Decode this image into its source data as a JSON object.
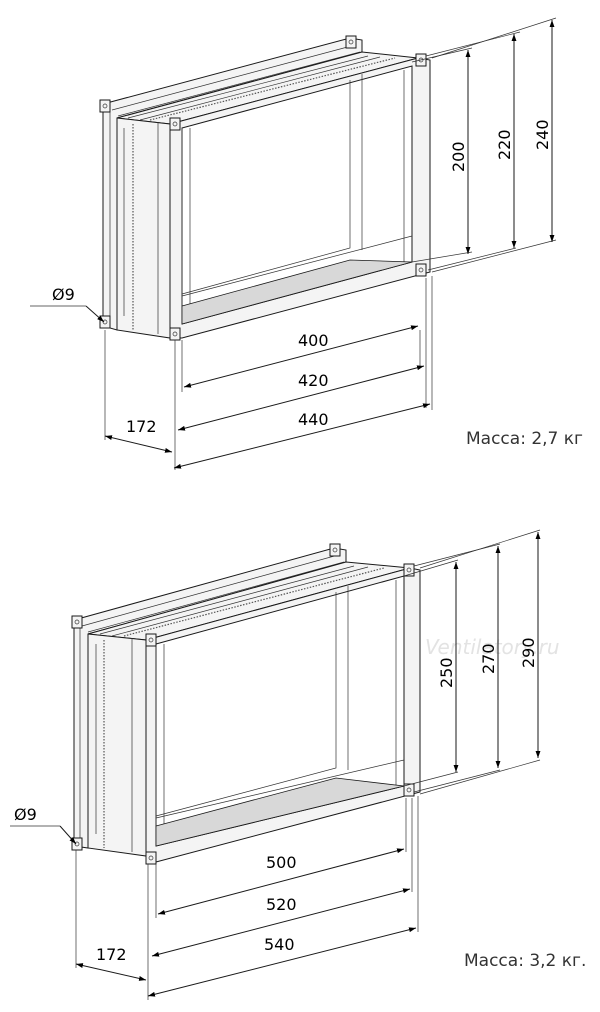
{
  "watermark": "Ventilatory.ru",
  "unit_1": {
    "hole_diameter": "Ø9",
    "depth": "172",
    "width_inner": "400",
    "width_mid": "420",
    "width_outer": "440",
    "height_inner": "200",
    "height_mid": "220",
    "height_outer": "240",
    "mass": "Масса: 2,7 кг"
  },
  "unit_2": {
    "hole_diameter": "Ø9",
    "depth": "172",
    "width_inner": "500",
    "width_mid": "520",
    "width_outer": "540",
    "height_inner": "250",
    "height_mid": "270",
    "height_outer": "290",
    "mass": "Масса: 3,2 кг."
  }
}
